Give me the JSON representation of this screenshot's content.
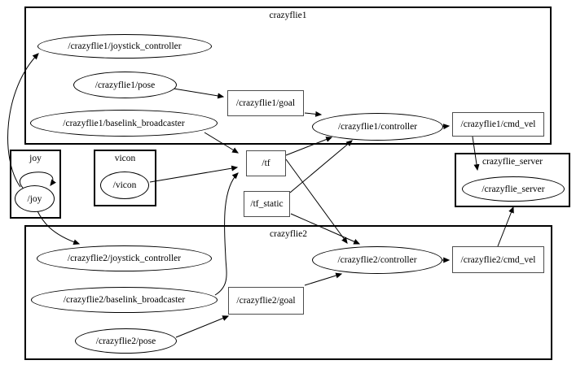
{
  "graph": {
    "clusters": [
      {
        "label": "crazyflie1"
      },
      {
        "label": "joy"
      },
      {
        "label": "vicon"
      },
      {
        "label": "crazyflie_server"
      },
      {
        "label": "crazyflie2"
      }
    ],
    "nodes": [
      {
        "label": "/crazyflie1/joystick_controller"
      },
      {
        "label": "/crazyflie1/pose"
      },
      {
        "label": "/crazyflie1/baselink_broadcaster"
      },
      {
        "label": "/crazyflie1/controller"
      },
      {
        "label": "/joy"
      },
      {
        "label": "/vicon"
      },
      {
        "label": "/crazyflie_server"
      },
      {
        "label": "/crazyflie2/joystick_controller"
      },
      {
        "label": "/crazyflie2/baselink_broadcaster"
      },
      {
        "label": "/crazyflie2/pose"
      },
      {
        "label": "/crazyflie2/controller"
      }
    ],
    "topics": [
      {
        "label": "/crazyflie1/goal"
      },
      {
        "label": "/crazyflie1/cmd_vel"
      },
      {
        "label": "/tf"
      },
      {
        "label": "/tf_static"
      },
      {
        "label": "/crazyflie2/goal"
      },
      {
        "label": "/crazyflie2/cmd_vel"
      }
    ],
    "edges": [
      {
        "from": "/joy",
        "to": "/joy"
      },
      {
        "from": "/joy",
        "to": "/crazyflie1/joystick_controller"
      },
      {
        "from": "/joy",
        "to": "/crazyflie2/joystick_controller"
      },
      {
        "from": "/crazyflie1/pose",
        "to": "/crazyflie1/goal"
      },
      {
        "from": "/crazyflie1/goal",
        "to": "/crazyflie1/controller"
      },
      {
        "from": "/crazyflie1/baselink_broadcaster",
        "to": "/tf"
      },
      {
        "from": "/vicon",
        "to": "/tf"
      },
      {
        "from": "/crazyflie2/baselink_broadcaster",
        "to": "/tf"
      },
      {
        "from": "/tf",
        "to": "/crazyflie1/controller"
      },
      {
        "from": "/tf",
        "to": "/crazyflie2/controller"
      },
      {
        "from": "/tf_static",
        "to": "/crazyflie1/controller"
      },
      {
        "from": "/tf_static",
        "to": "/crazyflie2/controller"
      },
      {
        "from": "/crazyflie1/controller",
        "to": "/crazyflie1/cmd_vel"
      },
      {
        "from": "/crazyflie1/cmd_vel",
        "to": "/crazyflie_server"
      },
      {
        "from": "/crazyflie2/pose",
        "to": "/crazyflie2/goal"
      },
      {
        "from": "/crazyflie2/goal",
        "to": "/crazyflie2/controller"
      },
      {
        "from": "/crazyflie2/controller",
        "to": "/crazyflie2/cmd_vel"
      },
      {
        "from": "/crazyflie2/cmd_vel",
        "to": "/crazyflie_server"
      }
    ],
    "colors": {
      "background": "#ffffff",
      "edge": "#000000",
      "node_border": "#000000",
      "topic_border": "#4d4d4d",
      "cluster_border": "#000000"
    }
  }
}
